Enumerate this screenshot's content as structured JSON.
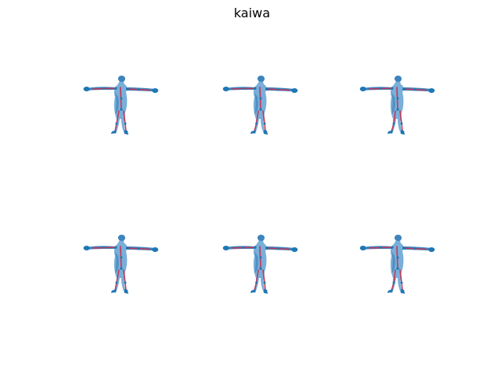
{
  "figure": {
    "title": "kaiwa",
    "colors": {
      "mesh": "#3d84be",
      "mesh_light": "#6aa6d4",
      "skeleton_joint": "#1f77b4",
      "bone": "#c0395a"
    }
  },
  "panels": [
    {
      "id": "p1"
    },
    {
      "id": "p2"
    },
    {
      "id": "p3"
    },
    {
      "id": "p4"
    },
    {
      "id": "p5"
    },
    {
      "id": "p6"
    }
  ]
}
